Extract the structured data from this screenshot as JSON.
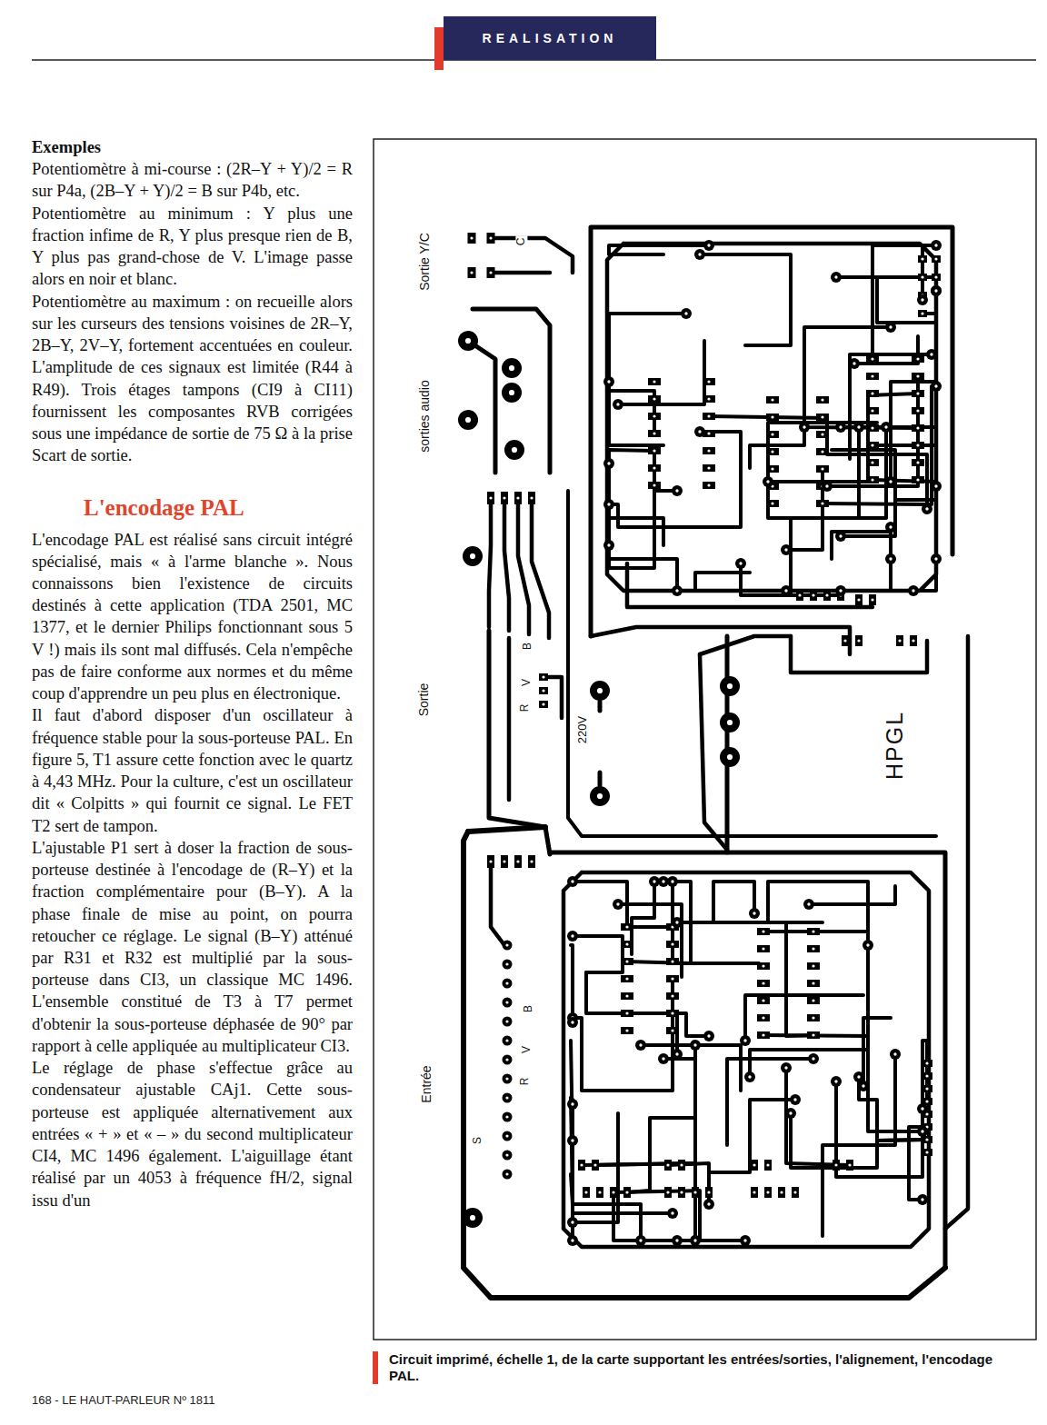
{
  "diagram": {
    "title": "L'encodage PAL",
    "caption": "Circuit imprimé, échelle 1, de la carte supportant les entrées/sorties, l'alignement, l'encodage PAL.",
    "nodes": [
      {
        "text": [
          "REALISATION"
        ]
      }
    ],
    "labels": [
      "Exemples",
      "Potentiomètre à mi-course : (2R–Y + Y)/2 = R sur P4a, (2B–Y + Y)/2 = B sur P4b, etc.",
      "Potentiomètre au minimum : Y plus une fraction infime de R, Y plus presque rien de B, Y plus pas grand-chose de V. L'image passe alors en noir et blanc.",
      "Potentiomètre au maximum : on recueille alors sur les curseurs des tensions voisines de 2R–Y, 2B–Y, 2V–Y, fortement accentuées en couleur. L'amplitude de ces signaux est limitée (R44 à R49). Trois étages tampons (CI9 à CI11) fournissent les composantes RVB corrigées sous une impédance de sortie de 75 Ω à la prise Scart de sortie.",
      "L'encodage PAL est réalisé sans circuit intégré spécialisé, mais « à l'arme blanche ». Nous connaissons bien l'existence de circuits destinés à cette application (TDA 2501, MC 1377, et le dernier Philips fonctionnant sous 5 V !) mais ils sont mal diffusés. Cela n'empêche pas de faire conforme aux normes et du même coup d'apprendre un peu plus en électronique.",
      "Il faut d'abord disposer d'un oscillateur à fréquence stable pour la sous-porteuse PAL. En figure 5, T1 assure cette fonction avec le quartz à 4,43 MHz. Pour la culture, c'est un oscillateur dit « Colpitts » qui fournit ce signal. Le FET T2 sert de tampon.",
      "L'ajustable P1 sert à doser la fraction de sous-porteuse destinée à l'encodage de (R–Y) et la fraction complémentaire pour (B–Y). A la phase finale de mise au point, on pourra retoucher ce réglage. Le signal (B–Y) atténué par R31 et R32 est multiplié par la sous-porteuse dans CI3, un classique MC 1496. L'ensemble constitué de T3 à T7 permet d'obtenir la sous-porteuse déphasée de 90° par rapport à celle appliquée au multiplicateur CI3.",
      "Le réglage de phase s'effectue grâce au condensateur ajustable CAj1. Cette sous-porteuse est appliquée alternativement aux entrées « + » et « – » du second multiplicateur CI4, MC 1496 également. L'aiguillage étant réalisé par un 4053 à fréquence fH/2, signal issu d'un",
      "Sortie Y/C",
      "C",
      "sorties audio",
      "B",
      "V",
      "R",
      "Sortie",
      "220V",
      "HPGL",
      "B",
      "V",
      "R",
      "S",
      "Entrée",
      "168 - LE HAUT-PARLEUR Nº 1811"
    ]
  }
}
